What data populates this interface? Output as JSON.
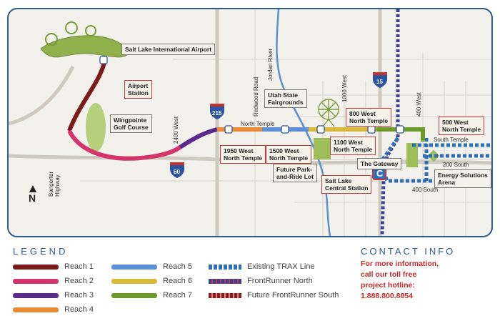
{
  "map": {
    "labels": {
      "airport": "Salt Lake International Airport",
      "airport_station": "Airport\nStation",
      "golf": "Wingpointe\nGolf Course",
      "fairgrounds": "Utah State\nFairgrounds",
      "st_1950": "1950 West\nNorth Temple",
      "st_1500": "1500 West\nNorth Temple",
      "st_1100": "1100 West\nNorth Temple",
      "st_800": "800 West\nNorth Temple",
      "st_500": "500 West\nNorth Temple",
      "park_ride": "Future Park-\nand-Ride Lot",
      "gateway": "The Gateway",
      "energy": "Energy Solutions\nArena",
      "central": "Salt Lake\nCentral Station"
    },
    "streets": {
      "north_temple": "North Temple",
      "south_temple": "South Temple",
      "s200": "200 South",
      "s400": "400 South",
      "w2400": "2400 West",
      "w1000": "1000 West",
      "w400": "400 West",
      "redwood": "Redwood Road",
      "jordan": "Jordan River",
      "bangerter": "Bangerter\nHighway"
    },
    "shields": {
      "i215": "215",
      "i80": "80",
      "i15": "15"
    },
    "north": "N",
    "central_badge": "C"
  },
  "legend": {
    "title": "LEGEND",
    "items": [
      {
        "label": "Reach 1",
        "color": "#7a1a1a"
      },
      {
        "label": "Reach 2",
        "color": "#d6336c"
      },
      {
        "label": "Reach 3",
        "color": "#5b2a8c"
      },
      {
        "label": "Reach 4",
        "color": "#e98a34"
      },
      {
        "label": "Reach 5",
        "color": "#5b8fd6"
      },
      {
        "label": "Reach 6",
        "color": "#d9b93a"
      },
      {
        "label": "Reach 7",
        "color": "#6e9a2c"
      },
      {
        "label": "Existing TRAX Line",
        "color": "#2f6fb8"
      },
      {
        "label": "FrontRunner North",
        "color": "#3a3f9a"
      },
      {
        "label": "Future FrontRunner South",
        "color": "#8a1c1c"
      }
    ]
  },
  "contact": {
    "title": "CONTACT INFO",
    "line1": "For more information,",
    "line2": "call our toll free",
    "line3": "project hotline:",
    "phone": "1.888.800.8854"
  }
}
